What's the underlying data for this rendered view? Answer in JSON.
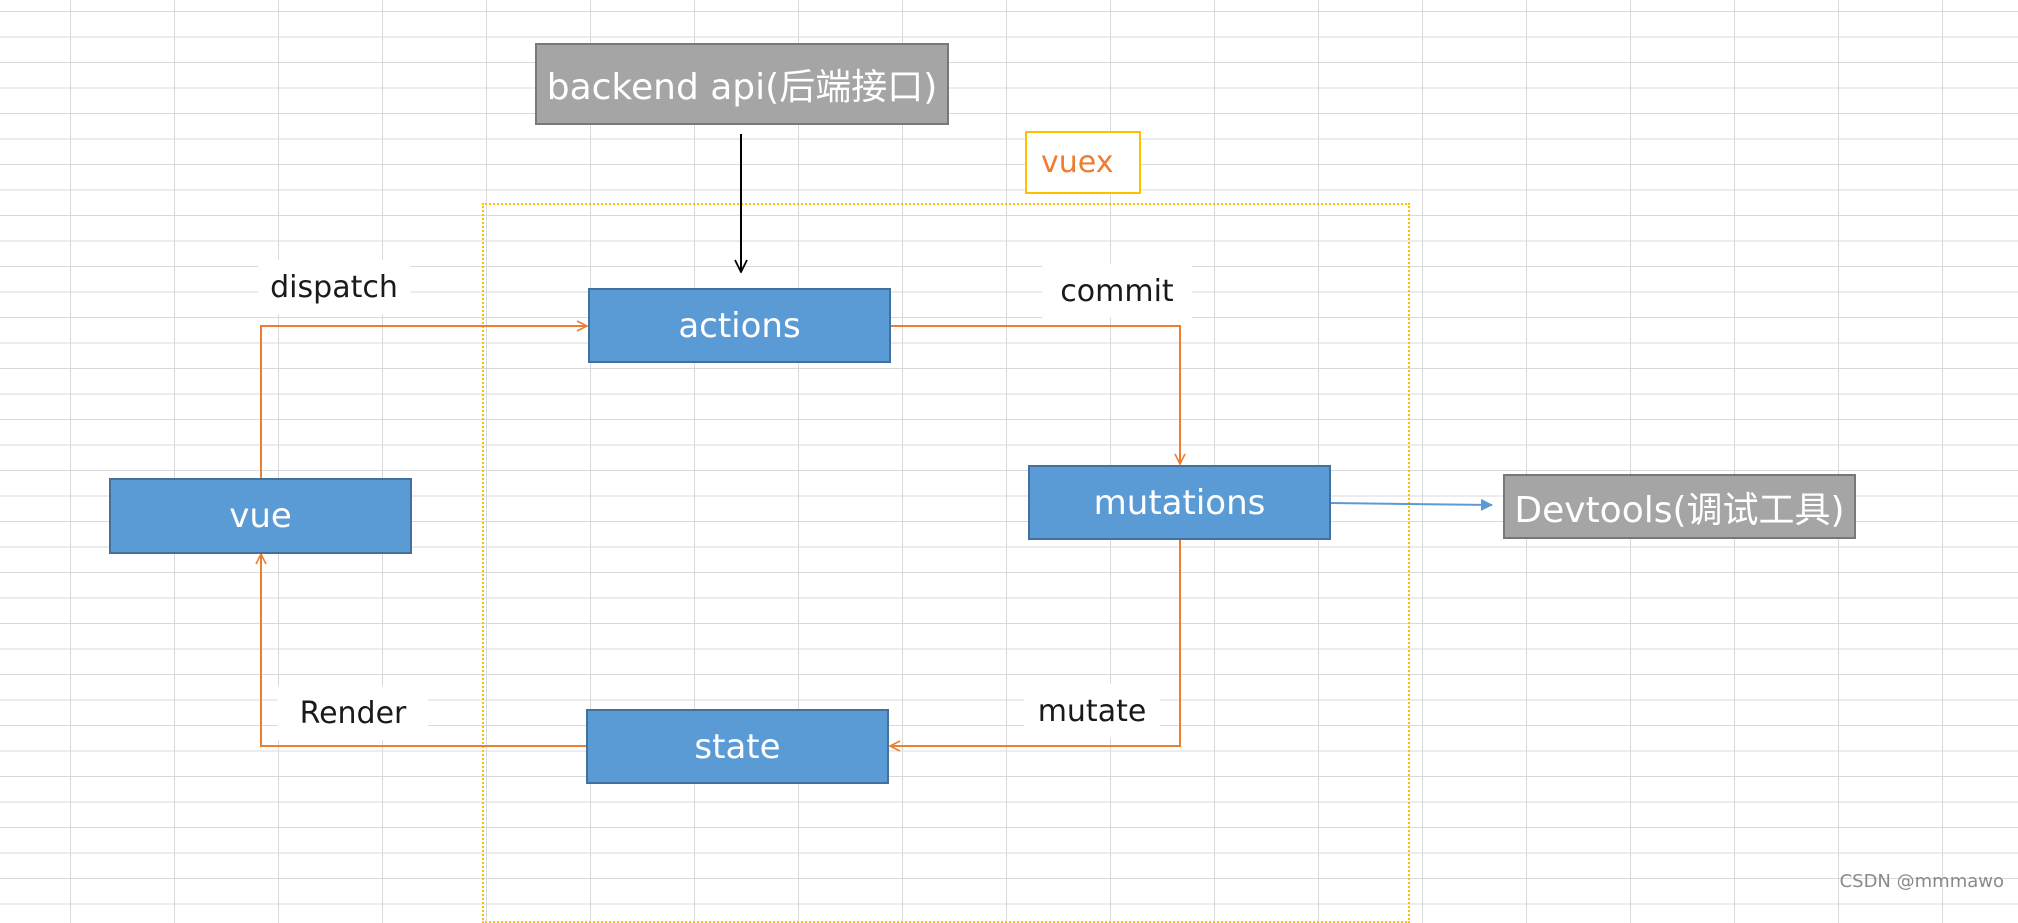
{
  "diagram": {
    "nodes": {
      "backend": "backend api(后端接口)",
      "vuex": "vuex",
      "actions": "actions",
      "mutations": "mutations",
      "state": "state",
      "vue": "vue",
      "devtools": "Devtools(调试工具)"
    },
    "edges": {
      "dispatch": "dispatch",
      "commit": "commit",
      "mutate": "mutate",
      "render": "Render"
    }
  },
  "watermark": "CSDN @mmmawo",
  "colors": {
    "box_fill": "#5b9bd5",
    "box_border": "#41719c",
    "gray_fill": "#a5a5a5",
    "flow_arrow": "#ed7d31",
    "devtools_arrow": "#5b9bd5",
    "vuex_frame": "#ffc000",
    "api_arrow": "#000000"
  }
}
